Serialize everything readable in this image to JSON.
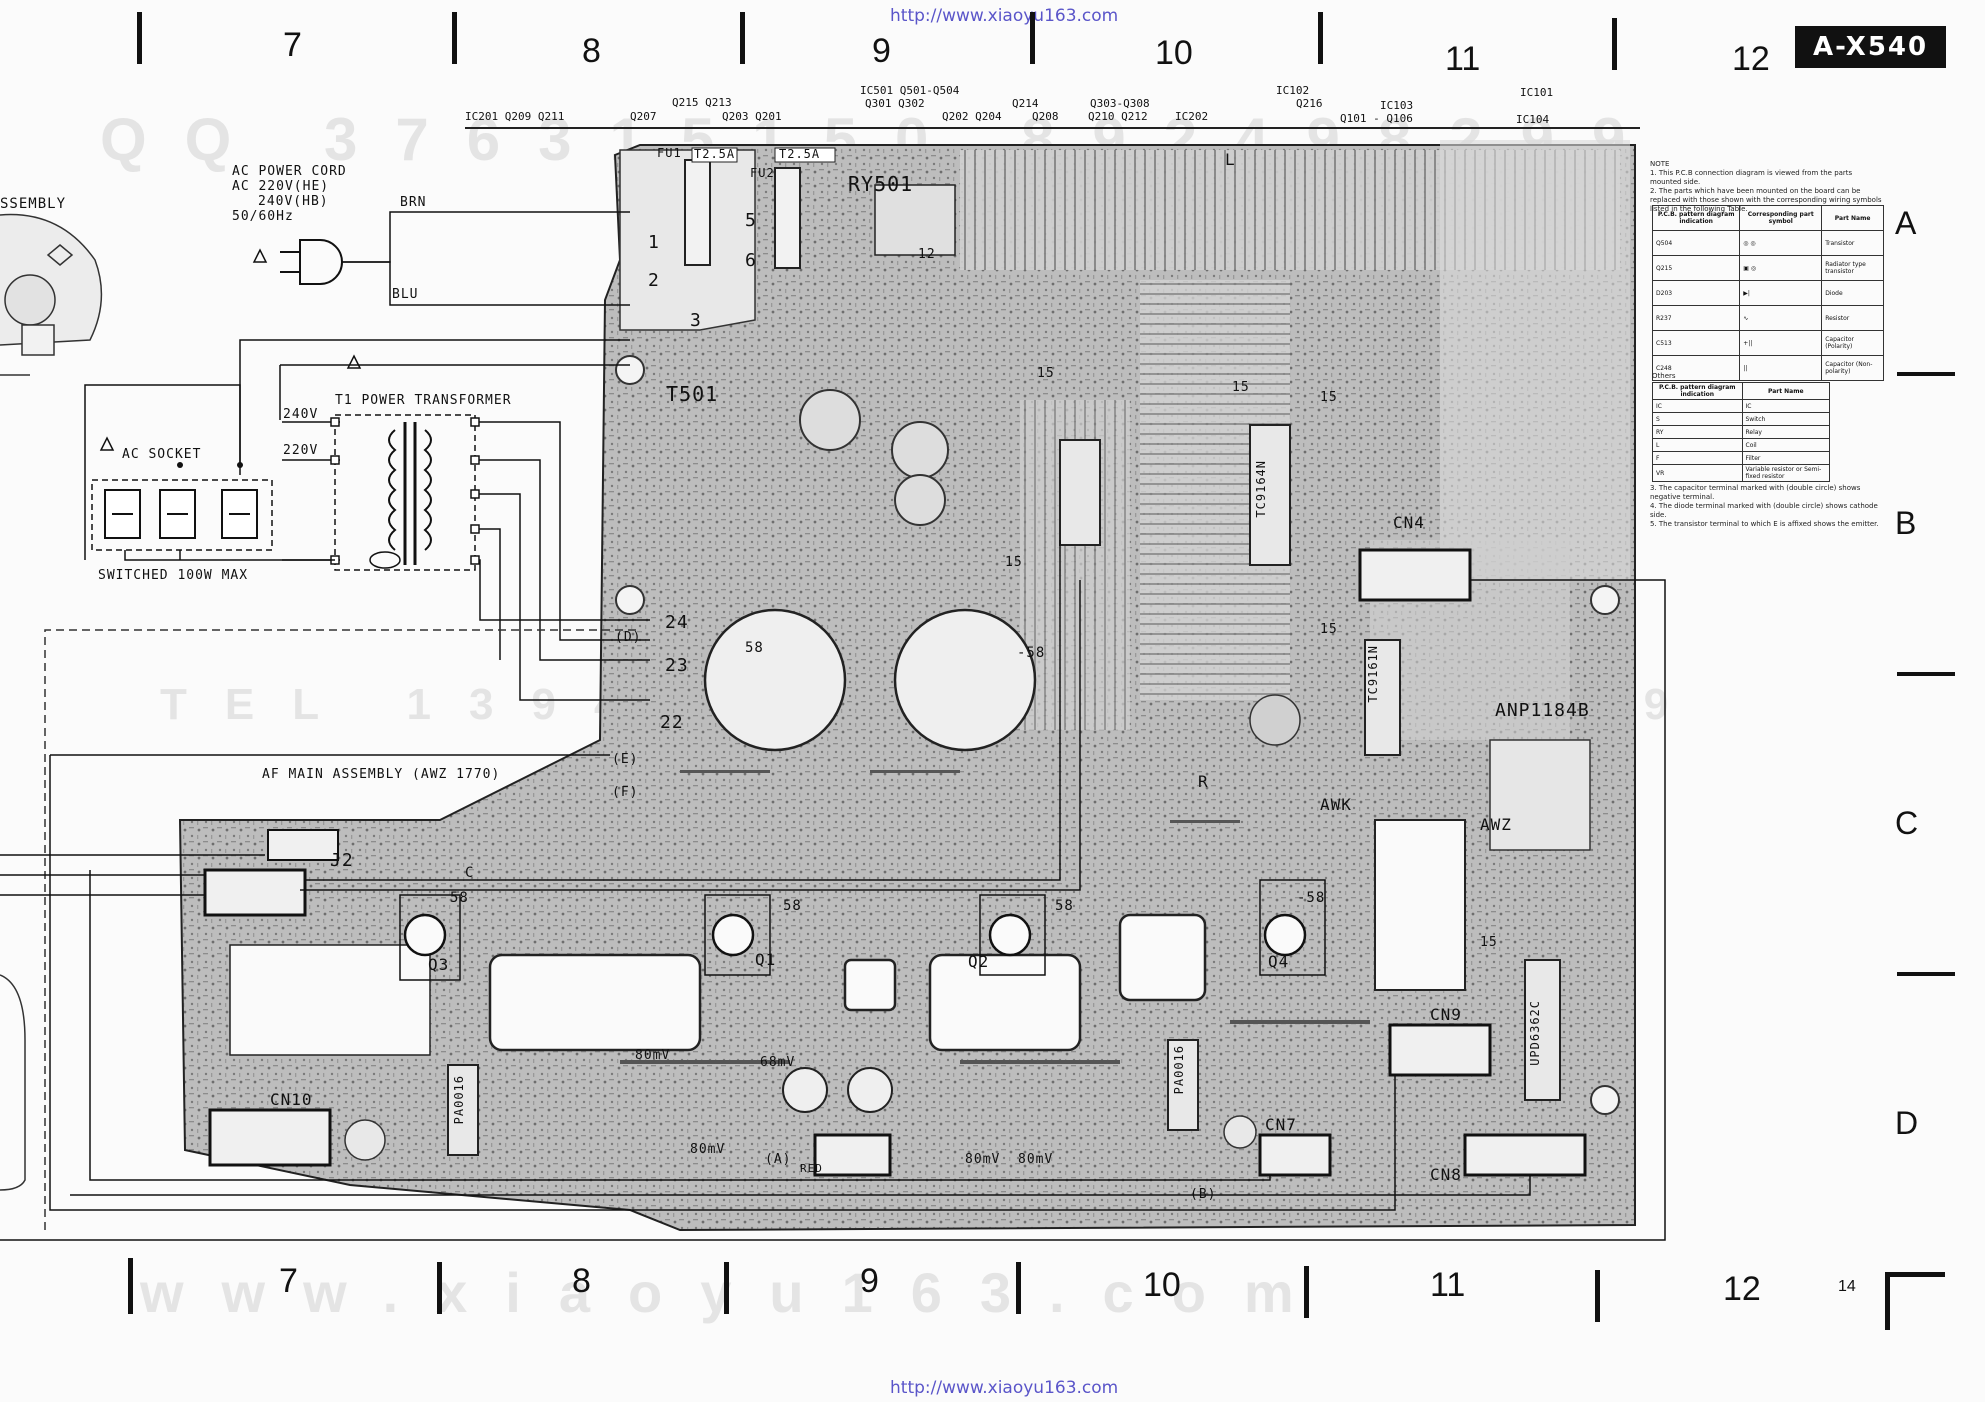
{
  "header_url": "http://www.xiaoyu163.com",
  "footer_url": "http://www.xiaoyu163.com",
  "model_badge": "A-X540",
  "page_number": "14",
  "column_numbers_top": [
    "7",
    "8",
    "9",
    "10",
    "11",
    "12"
  ],
  "column_numbers_bottom": [
    "7",
    "8",
    "9",
    "10",
    "11",
    "12"
  ],
  "row_letters": [
    "A",
    "B",
    "C",
    "D"
  ],
  "part_labels": {
    "ic201": "IC201  Q209 Q211",
    "q207": "Q207",
    "q215": "Q215 Q213",
    "q203": "Q203  Q201",
    "ic501": "IC501 Q501-Q504",
    "q301": "Q301  Q302",
    "q202": "Q202 Q204",
    "q214": "Q214",
    "q208": "Q208",
    "q303": "Q303-Q308",
    "q210": "Q210  Q212",
    "ic202": "IC202",
    "ic102": "IC102",
    "q216": "Q216",
    "ic103": "IC103",
    "q101": "Q101 - Q106",
    "ic101": "IC101",
    "ic104": "IC104"
  },
  "schematic": {
    "assembly_left": "SSEMBLY",
    "ac_cord": "AC POWER CORD",
    "ac_220": "AC 220V(HE)",
    "ac_240": "240V(HB)",
    "freq": "50/60Hz",
    "brn": "BRN",
    "blu": "BLU",
    "t1": "T1  POWER TRANSFORMER",
    "v240": "240V",
    "v220": "220V",
    "ac_socket": "AC SOCKET",
    "switched": "SWITCHED 100W MAX",
    "af_main": "AF MAIN ASSEMBLY (AWZ 1770)",
    "t501": "T501",
    "ry501": "RY501",
    "fu1": "FU1",
    "fu1_rating": "T2.5A",
    "fu2": "FU2",
    "fu2_rating": "T2.5A",
    "anp": "ANP1184B",
    "awk": "AWK",
    "awz": "AWZ",
    "cn4": "CN4",
    "cn9": "CN9",
    "cn10": "CN10",
    "cn7": "CN7",
    "cn8": "CN8",
    "j2": "J2",
    "q1": "Q1",
    "q2": "Q2",
    "q3": "Q3",
    "q4": "Q4",
    "v58a": "58",
    "v58b": "-58",
    "v58c": "58",
    "v58d": "58",
    "v58e": "58",
    "v58f": "-58",
    "mv80a": "80mV",
    "mv80b": "80mV",
    "mv80c": "80mV",
    "mv80d": "80mV",
    "mv68": "68mV",
    "v15a": "15",
    "v15b": "15",
    "v15c": "15",
    "v15d": "15",
    "v15e": "15",
    "v15f": "15",
    "v12": "12",
    "ic_tc9164n": "TC9164N",
    "ic_tc9161n": "TC9161N",
    "ic_pa0016a": "PA0016",
    "ic_pa0016b": "PA0016",
    "ic_upd": "UPD6362C",
    "pin1": "1",
    "pin2": "2",
    "pin3": "3",
    "pin5": "5",
    "pin6": "6",
    "pin22": "22",
    "pin23": "23",
    "pin24": "24",
    "tD": "(D)",
    "tE": "(E)",
    "tF": "(F)",
    "tA": "(A)",
    "tB": "(B)",
    "tR": "R",
    "tL": "L",
    "tC": "C",
    "red": "RED"
  },
  "notes": {
    "title": "NOTE",
    "n1": "1.  This P.C.B connection diagram is viewed from the parts mounted side.",
    "n2": "2.  The parts which have been mounted on the board can be replaced with those shown with the corresponding wiring symbols listed in the following Table.",
    "n3": "3.  The capacitor terminal marked with (double circle) shows negative terminal.",
    "n4": "4.  The diode terminal marked with (double circle) shows cathode side.",
    "n5": "5.  The transistor terminal to which E is affixed shows the emitter.",
    "others": "Others"
  },
  "legend_table": {
    "headers": [
      "P.C.B. pattern diagram indication",
      "Corresponding part symbol",
      "Part Name"
    ],
    "rows": [
      {
        "pattern": "Q504",
        "name": "Transistor"
      },
      {
        "pattern": "Q215",
        "name": "Radiator type transistor"
      },
      {
        "pattern": "D203",
        "name": "Diode"
      },
      {
        "pattern": "R237",
        "name": "Resistor"
      },
      {
        "pattern": "C513",
        "name": "Capacitor (Polarity)"
      },
      {
        "pattern": "C248",
        "name": "Capacitor (Non-polarity)"
      }
    ]
  },
  "others_table": {
    "headers": [
      "P.C.B. pattern diagram indication",
      "Part Name"
    ],
    "rows": [
      [
        "IC",
        "IC"
      ],
      [
        "S",
        "Switch"
      ],
      [
        "RY",
        "Relay"
      ],
      [
        "L",
        "Coil"
      ],
      [
        "F",
        "Filter"
      ],
      [
        "VR",
        "Variable resistor or Semi-fixed resistor"
      ]
    ]
  },
  "watermark_top": "QQ 376315150 892498299",
  "watermark_mid": "TEL 13942296513 892498299",
  "watermark_bottom": "www.xiaoyu163.com"
}
